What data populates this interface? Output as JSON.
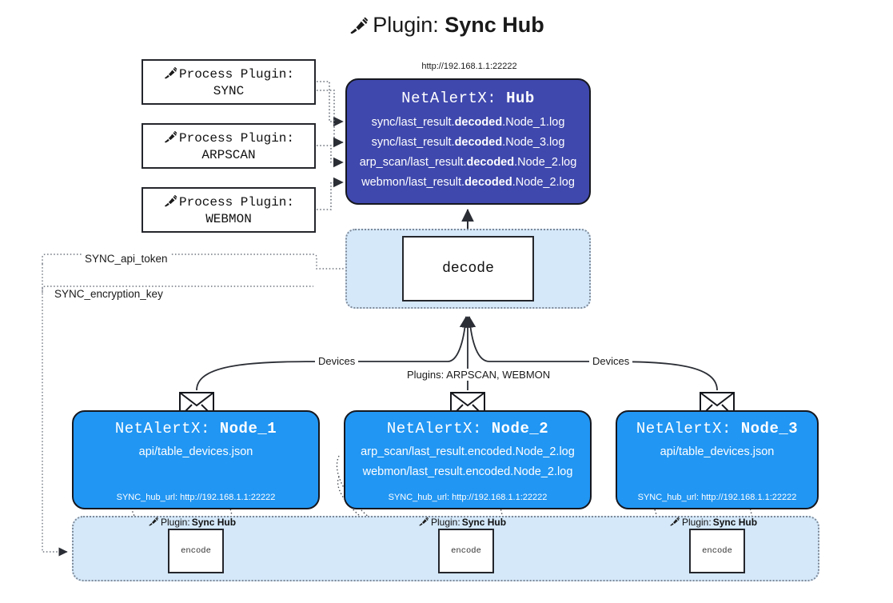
{
  "title": {
    "icon": "plug-icon",
    "prefix": "Plugin: ",
    "name": "Sync Hub"
  },
  "hub": {
    "url": "http://192.168.1.1:22222",
    "app": "NetAlertX: ",
    "label": "Hub",
    "color": "#3f48ad",
    "lines": [
      {
        "pre": "sync/last_result.",
        "mid": "decoded",
        "post": ".Node_1.log"
      },
      {
        "pre": "sync/last_result.",
        "mid": "decoded",
        "post": ".Node_3.log"
      },
      {
        "pre": "arp_scan/last_result.",
        "mid": "decoded",
        "post": ".Node_2.log"
      },
      {
        "pre": "webmon/last_result.",
        "mid": "decoded",
        "post": ".Node_2.log"
      }
    ]
  },
  "process_plugins": [
    {
      "icon": "plug-icon",
      "line1": "Process Plugin:",
      "line2": "SYNC"
    },
    {
      "icon": "plug-icon",
      "line1": "Process Plugin:",
      "line2": "ARPSCAN"
    },
    {
      "icon": "plug-icon",
      "line1": "Process Plugin:",
      "line2": "WEBMON"
    }
  ],
  "decode": {
    "label": "decode"
  },
  "keys": {
    "api_token": "SYNC_api_token",
    "encryption_key": "SYNC_encryption_key"
  },
  "edge_labels": {
    "devices_left": "Devices",
    "devices_right": "Devices",
    "plugins": "Plugins: ARPSCAN, WEBMON"
  },
  "nodes": [
    {
      "app": "NetAlertX: ",
      "label": "Node_1",
      "color": "#2196f3",
      "icon": "envelope-icon",
      "lines": [
        "api/table_devices.json"
      ],
      "hub_url_key": "SYNC_hub_url: ",
      "hub_url": "http://192.168.1.1:22222"
    },
    {
      "app": "NetAlertX: ",
      "label": "Node_2",
      "color": "#2196f3",
      "icon": "envelope-icon",
      "lines": [
        "arp_scan/last_result.encoded.Node_2.log",
        "webmon/last_result.encoded.Node_2.log"
      ],
      "hub_url_key": "SYNC_hub_url: ",
      "hub_url": "http://192.168.1.1:22222"
    },
    {
      "app": "NetAlertX: ",
      "label": "Node_3",
      "color": "#2196f3",
      "icon": "envelope-icon",
      "lines": [
        "api/table_devices.json"
      ],
      "hub_url_key": "SYNC_hub_url: ",
      "hub_url": "http://192.168.1.1:22222"
    }
  ],
  "band": {
    "caption_prefix": "Plugin: ",
    "caption_name": "Sync Hub",
    "encode_label": "encode",
    "color": "#d4e8f9"
  }
}
